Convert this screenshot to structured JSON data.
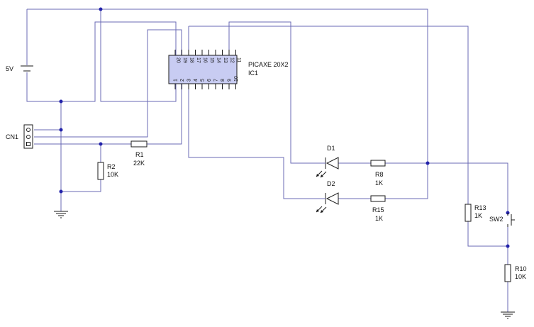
{
  "labels": {
    "battery": "5V",
    "ic_type": "PICAXE 20X2",
    "ic_ref": "IC1",
    "connector": "CN1",
    "r1_ref": "R1",
    "r1_val": "22K",
    "r2_ref": "R2",
    "r2_val": "10K",
    "d1_ref": "D1",
    "d2_ref": "D2",
    "r8_ref": "R8",
    "r8_val": "1K",
    "r15_ref": "R15",
    "r15_val": "1K",
    "r13_ref": "R13",
    "r13_val": "1K",
    "sw2_ref": "SW2",
    "r10_ref": "R10",
    "r10_val": "10K"
  },
  "ic_pins_top": [
    "20",
    "19",
    "18",
    "17",
    "16",
    "15",
    "14",
    "13",
    "12",
    "11"
  ],
  "ic_pins_bottom": [
    "1",
    "2",
    "3",
    "4",
    "5",
    "6",
    "7",
    "8",
    "9",
    "10"
  ],
  "colors": {
    "wire": "#6a6ab4",
    "component": "#1a1a1a",
    "junction": "#2222aa",
    "ic_fill": "#c8ccf2"
  }
}
